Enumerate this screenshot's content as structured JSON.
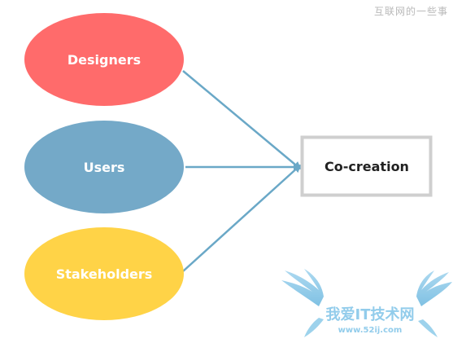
{
  "header": {
    "watermark_text": "互联网的一些事"
  },
  "diagram": {
    "sources": [
      {
        "label": "Designers",
        "color": "#ff6b6b"
      },
      {
        "label": "Users",
        "color": "#74a9c8"
      },
      {
        "label": "Stakeholders",
        "color": "#ffd347"
      }
    ],
    "target": {
      "label": "Co-creation"
    },
    "arrow_color": "#6aa8c7",
    "box_border_color": "#cfcfcf"
  },
  "watermark": {
    "title": "我爱IT技术网",
    "url": "www.52ij.com",
    "color": "#7fc4e8"
  }
}
